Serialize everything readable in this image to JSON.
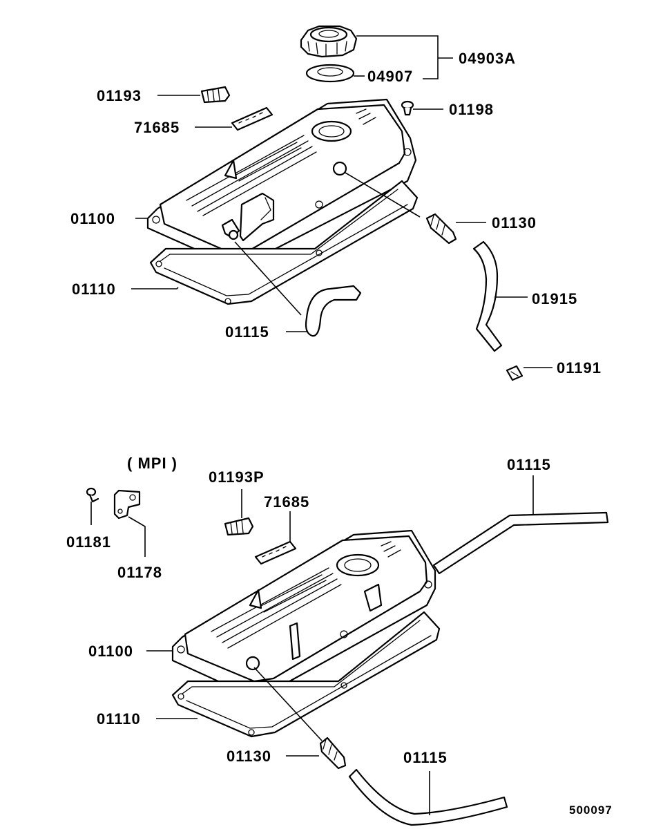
{
  "top_assembly": {
    "labels": {
      "p04903a": "04903A",
      "p04907": "04907",
      "p01193": "01193",
      "p71685": "71685",
      "p01198": "01198",
      "p01100": "01100",
      "p01130": "01130",
      "p01110": "01110",
      "p01915": "01915",
      "p01115": "01115",
      "p01191": "01191"
    }
  },
  "bottom_assembly": {
    "variant": "( MPI )",
    "labels": {
      "p01193p": "01193P",
      "p71685": "71685",
      "p01181": "01181",
      "p01178": "01178",
      "p01115_top": "01115",
      "p01100": "01100",
      "p01110": "01110",
      "p01130": "01130",
      "p01115_bottom": "01115"
    }
  },
  "diagram_code": "500097"
}
